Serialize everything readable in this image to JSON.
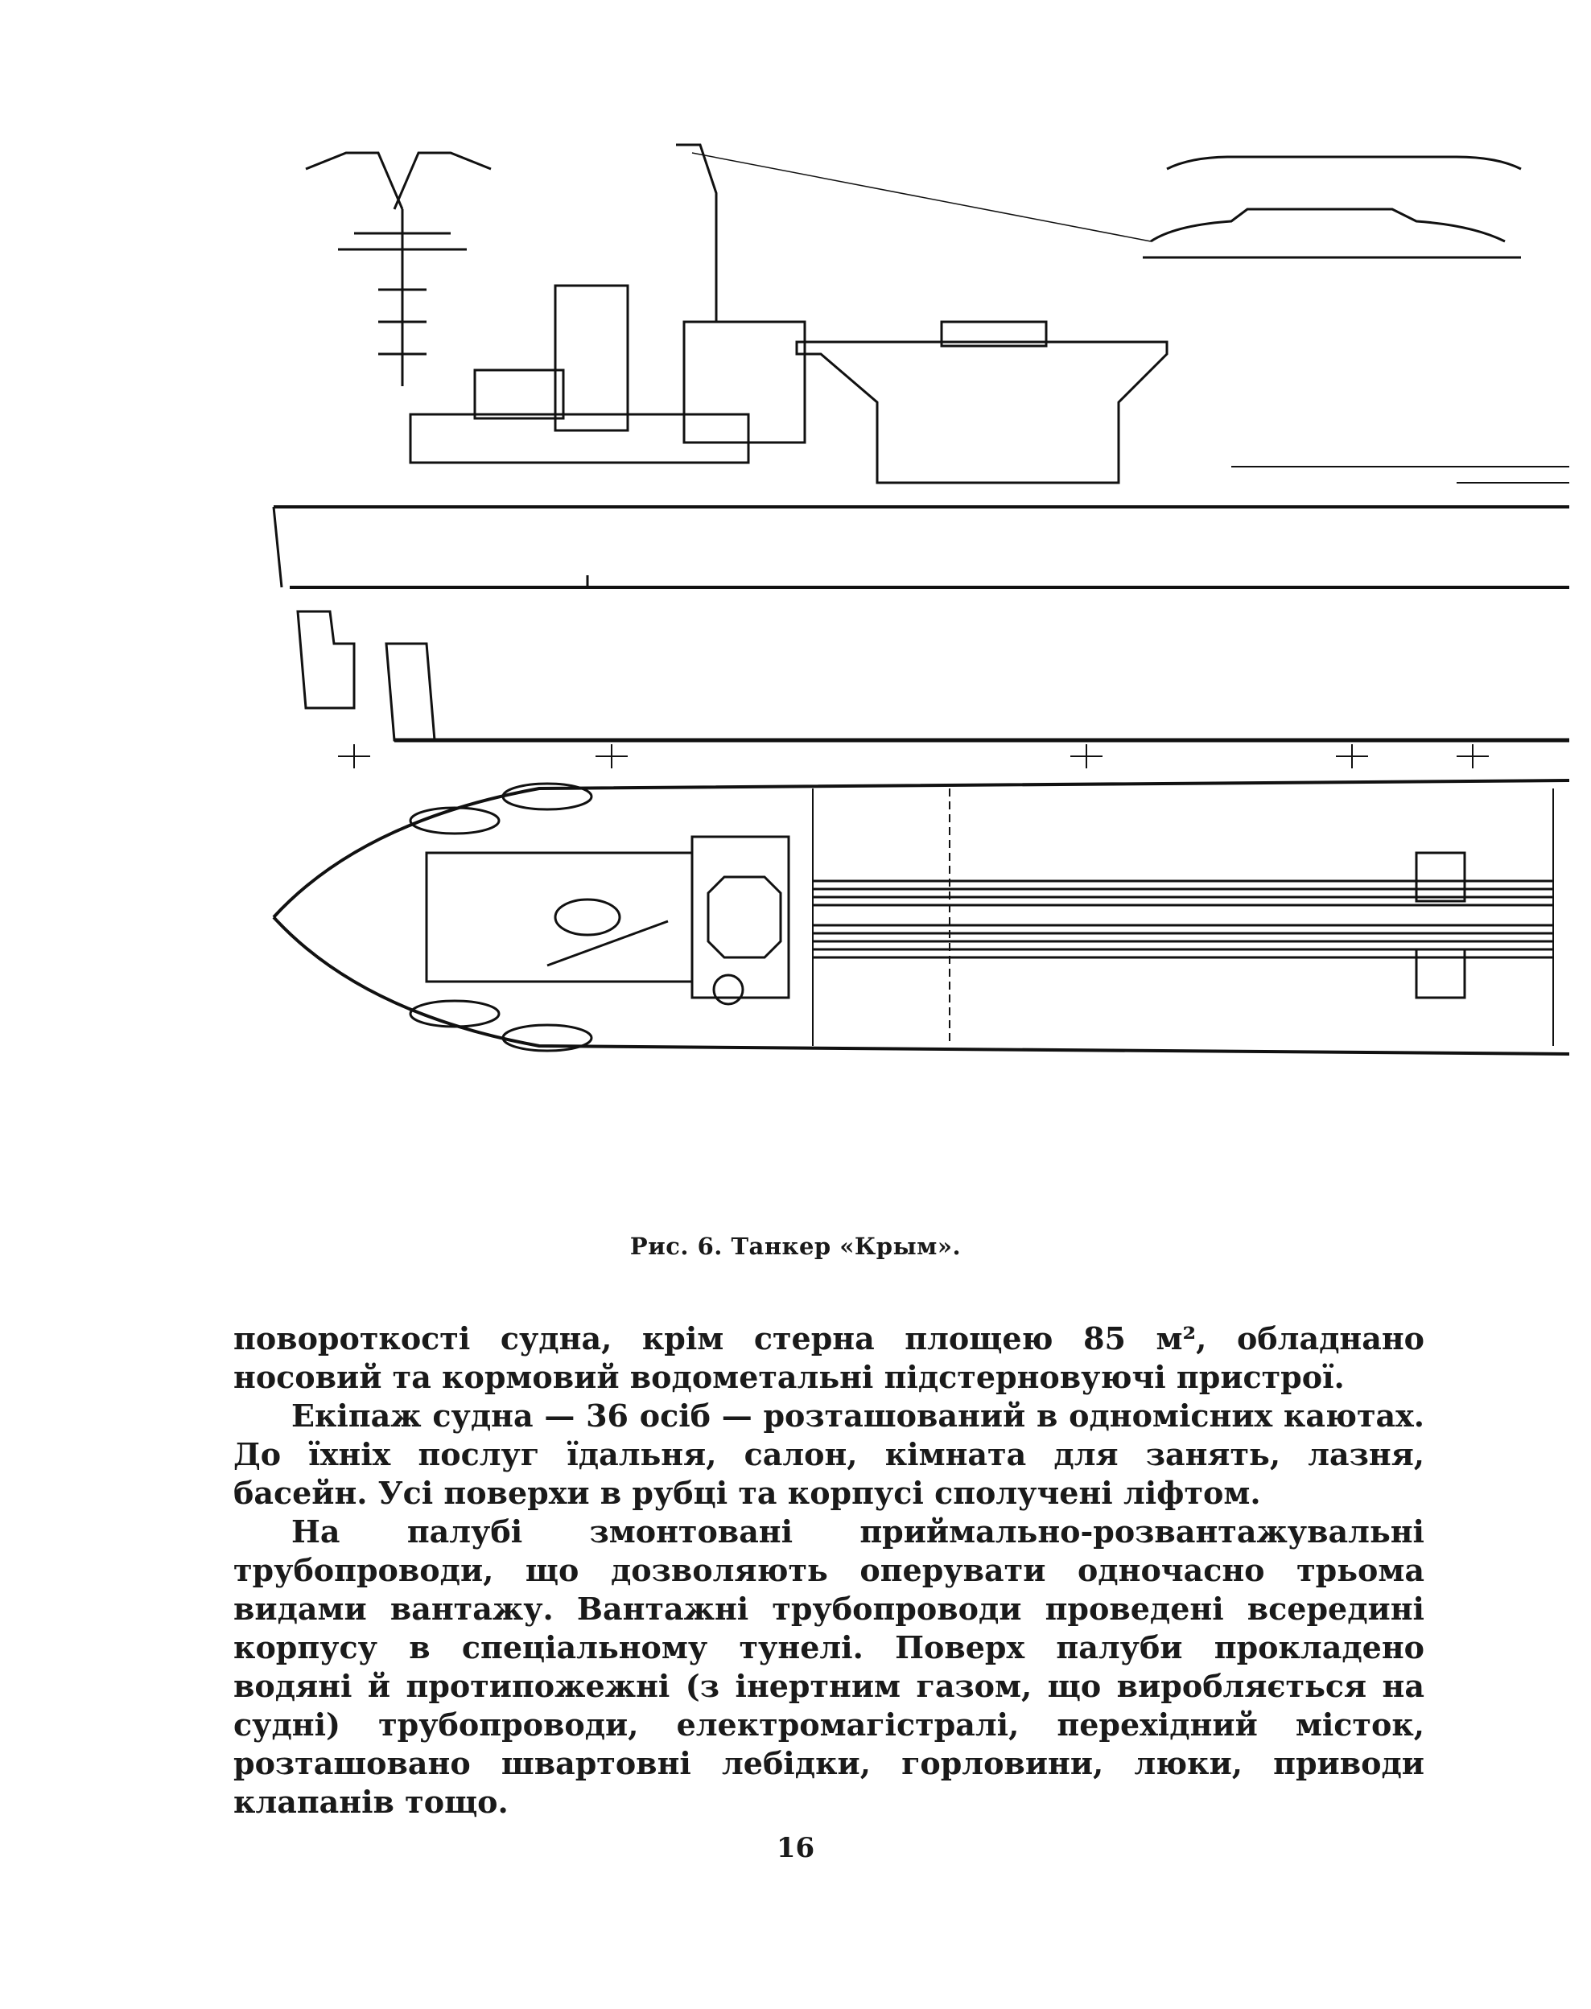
{
  "figure": {
    "caption": "Рис. 6. Танкер «Крым»."
  },
  "body": {
    "paragraphs": [
      "поворотк­ості судна, крім стерна площею 85 м², обладнано носовий та кормовий водометальні підстерновуючі пристрої.",
      "Екіпаж судна — 36 осіб — розташований в одномісних каютах. До їхніх послуг їдальня, салон, кімната для занять, лазня, басейн. Усі поверхи в рубці та корпусі сполучені ліфтом.",
      "На палубі змонтовані приймально-розвантажувальні трубопроводи, що дозволяють оперувати одночасно трьома видами вантажу. Вантажні трубопроводи проведені всередині корпусу в спеціальному тунелі. Поверх палуби прокладено водяні й протипожежні (з інертним газом, що виробляється на судні) трубопроводи, електромагістралі, перехідний місток, розташовано швартовні лебідки, горловини, люки, приводи клапанів тощо."
    ]
  },
  "footer": {
    "page_number": "16"
  }
}
